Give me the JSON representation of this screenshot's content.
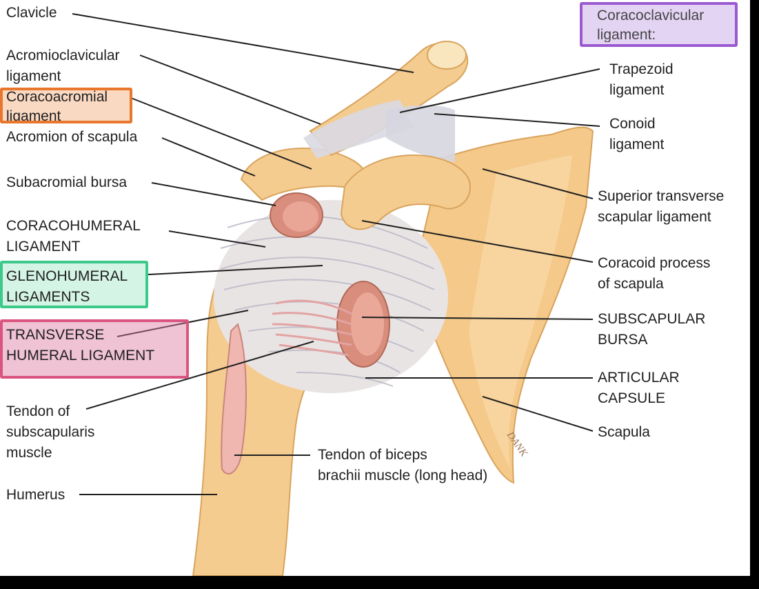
{
  "labels": {
    "clavicle": "Clavicle",
    "acromioclavicular": [
      "Acromioclavicular",
      "ligament"
    ],
    "coracoacromial": [
      "Coracoacromial",
      "ligament"
    ],
    "acromion": "Acromion of scapula",
    "subacromial": "Subacromial bursa",
    "coracohumeral": [
      "CORACOHUMERAL",
      "LIGAMENT"
    ],
    "glenohumeral": [
      "GLENOHUMERAL",
      "LIGAMENTS"
    ],
    "transverse": [
      "TRANSVERSE",
      "HUMERAL LIGAMENT"
    ],
    "subscapularis": [
      "Tendon of",
      "subscapularis",
      "muscle"
    ],
    "humerus": "Humerus",
    "biceps": [
      "Tendon of biceps",
      "brachii muscle (long head)"
    ],
    "coracoclavicular": [
      "Coracoclavicular",
      "ligament:"
    ],
    "trapezoid": [
      "Trapezoid",
      "ligament"
    ],
    "conoid": [
      "Conoid",
      "ligament"
    ],
    "superior_transverse": [
      "Superior transverse",
      "scapular ligament"
    ],
    "coracoid": [
      "Coracoid process",
      "of scapula"
    ],
    "subscapular_bursa": [
      "SUBSCAPULAR",
      "BURSA"
    ],
    "articular": [
      "ARTICULAR",
      "CAPSULE"
    ],
    "scapula": "Scapula"
  },
  "artist_signature": "DANK",
  "highlight_colors": {
    "coracoclavicular": "#9b59d0",
    "coracoacromial": "#e8762c",
    "glenohumeral": "#3cc98a",
    "transverse": "#d9557f"
  }
}
